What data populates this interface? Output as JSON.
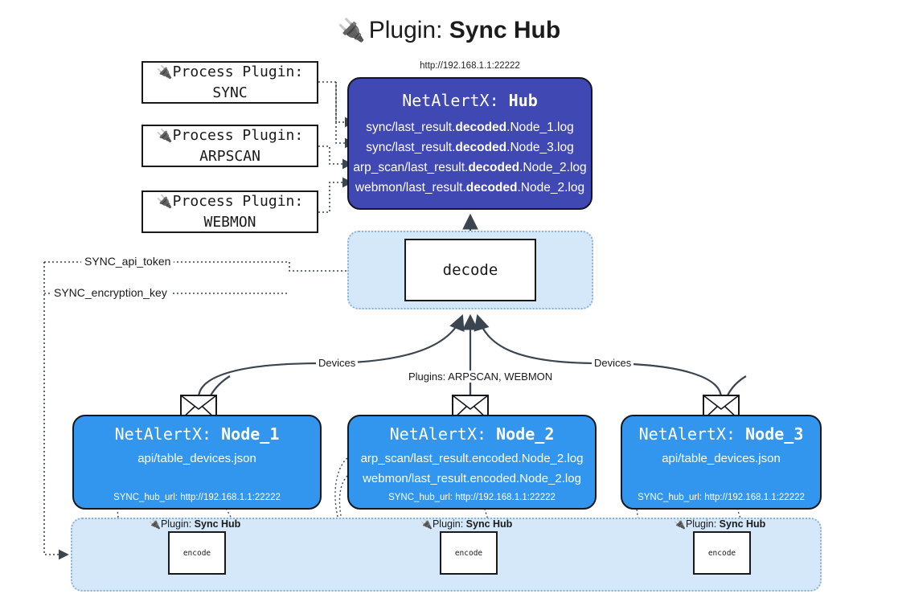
{
  "title": {
    "icon": "plug-icon",
    "prefix": "Plugin:",
    "name": "Sync Hub"
  },
  "process_plugins": [
    {
      "icon": "plug-icon",
      "line1": "Process Plugin:",
      "line2": "SYNC"
    },
    {
      "icon": "plug-icon",
      "line1": "Process Plugin:",
      "line2": "ARPSCAN"
    },
    {
      "icon": "plug-icon",
      "line1": "Process Plugin:",
      "line2": "WEBMON"
    }
  ],
  "hub": {
    "url": "http://192.168.1.1:22222",
    "title_prefix": "NetAlertX:",
    "title_name": "Hub",
    "lines": [
      {
        "pre": "sync/last_result.",
        "bold": "decoded",
        "post": ".Node_1.log"
      },
      {
        "pre": "sync/last_result.",
        "bold": "decoded",
        "post": ".Node_3.log"
      },
      {
        "pre": "arp_scan/last_result.",
        "bold": "decoded",
        "post": ".Node_2.log"
      },
      {
        "pre": "webmon/last_result.",
        "bold": "decoded",
        "post": ".Node_2.log"
      }
    ]
  },
  "decode": {
    "label": "decode"
  },
  "config_keys": [
    {
      "label": "SYNC_api_token"
    },
    {
      "label": "SYNC_encryption_key"
    }
  ],
  "connector_labels": {
    "left_devices": "Devices",
    "center_plugins": "Plugins: ARPSCAN, WEBMON",
    "right_devices": "Devices"
  },
  "nodes": [
    {
      "icon": "envelope-icon",
      "title_prefix": "NetAlertX:",
      "title_name": "Node_1",
      "lines": [
        "api/table_devices.json"
      ],
      "hub_url": "SYNC_hub_url: http://192.168.1.1:22222"
    },
    {
      "icon": "envelope-icon",
      "title_prefix": "NetAlertX:",
      "title_name": "Node_2",
      "lines": [
        "arp_scan/last_result.encoded.Node_2.log",
        "webmon/last_result.encoded.Node_2.log"
      ],
      "hub_url": "SYNC_hub_url: http://192.168.1.1:22222"
    },
    {
      "icon": "envelope-icon",
      "title_prefix": "NetAlertX:",
      "title_name": "Node_3",
      "lines": [
        "api/table_devices.json"
      ],
      "hub_url": "SYNC_hub_url: http://192.168.1.1:22222"
    }
  ],
  "encoders": [
    {
      "plugin_prefix": "Plugin:",
      "plugin_name": "Sync Hub",
      "label": "encode"
    },
    {
      "plugin_prefix": "Plugin:",
      "plugin_name": "Sync Hub",
      "label": "encode"
    },
    {
      "plugin_prefix": "Plugin:",
      "plugin_name": "Sync Hub",
      "label": "encode"
    }
  ],
  "colors": {
    "hub_fill": "#4048b4",
    "node_fill": "#3396ee",
    "band_fill": "#d5e8fa",
    "band_border": "#8fb4cf",
    "stroke": "#16171f",
    "text_dark": "#1a1a1a"
  }
}
